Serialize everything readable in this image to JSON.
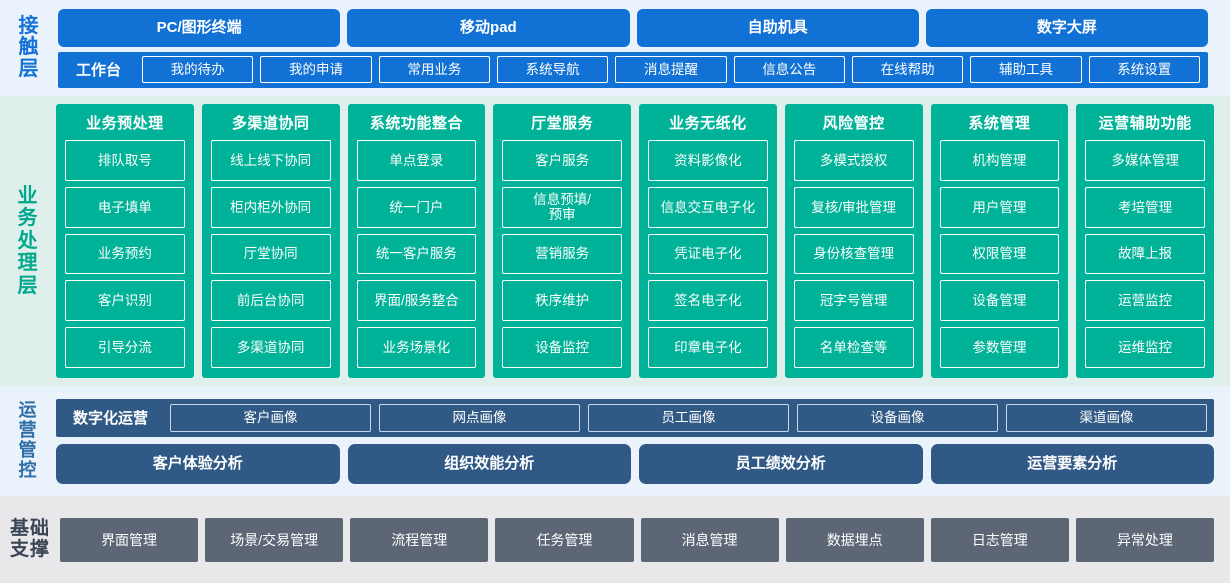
{
  "layers": {
    "access": {
      "label": "接触层",
      "label_chars": [
        "接",
        "触",
        "层"
      ],
      "channels": [
        "PC/图形终端",
        "移动pad",
        "自助机具",
        "数字大屏"
      ],
      "workbench_title": "工作台",
      "workbench_items": [
        "我的待办",
        "我的申请",
        "常用业务",
        "系统导航",
        "消息提醒",
        "信息公告",
        "在线帮助",
        "辅助工具",
        "系统设置"
      ],
      "color": "#1271d4",
      "background": "#eaf3fb"
    },
    "business": {
      "label": "业务处理层",
      "label_chars": [
        "业",
        "务",
        "处",
        "理",
        "层"
      ],
      "color": "#00b398",
      "background": "#dff0ec",
      "columns": [
        {
          "title": "业务预处理",
          "items": [
            "排队取号",
            "电子填单",
            "业务预约",
            "客户识别",
            "引导分流"
          ]
        },
        {
          "title": "多渠道协同",
          "items": [
            "线上线下协同",
            "柜内柜外协同",
            "厅堂协同",
            "前后台协同",
            "多渠道协同"
          ]
        },
        {
          "title": "系统功能整合",
          "items": [
            "单点登录",
            "统一门户",
            "统一客户服务",
            "界面/服务整合",
            "业务场景化"
          ]
        },
        {
          "title": "厅堂服务",
          "items": [
            "客户服务",
            "信息预填/\n预审",
            "营销服务",
            "秩序维护",
            "设备监控"
          ]
        },
        {
          "title": "业务无纸化",
          "items": [
            "资料影像化",
            "信息交互电子化",
            "凭证电子化",
            "签名电子化",
            "印章电子化"
          ]
        },
        {
          "title": "风险管控",
          "items": [
            "多模式授权",
            "复核/审批管理",
            "身份核查管理",
            "冠字号管理",
            "名单检查等"
          ]
        },
        {
          "title": "系统管理",
          "items": [
            "机构管理",
            "用户管理",
            "权限管理",
            "设备管理",
            "参数管理"
          ]
        },
        {
          "title": "运营辅助功能",
          "items": [
            "多媒体管理",
            "考培管理",
            "故障上报",
            "运营监控",
            "运维监控"
          ]
        }
      ]
    },
    "operations": {
      "label": "运营管控",
      "label_chars": [
        "运",
        "营",
        "管",
        "控"
      ],
      "color": "#305a85",
      "background": "#eaf3fb",
      "portrait_title": "数字化运营",
      "portraits": [
        "客户画像",
        "网点画像",
        "员工画像",
        "设备画像",
        "渠道画像"
      ],
      "analyses": [
        "客户体验分析",
        "组织效能分析",
        "员工绩效分析",
        "运营要素分析"
      ]
    },
    "base": {
      "label": "基础支撑",
      "label_lines": [
        "基础",
        "支撑"
      ],
      "color": "#5c6675",
      "background": "#e8e8ea",
      "items": [
        "界面管理",
        "场景/交易管理",
        "流程管理",
        "任务管理",
        "消息管理",
        "数据埋点",
        "日志管理",
        "异常处理"
      ]
    }
  }
}
